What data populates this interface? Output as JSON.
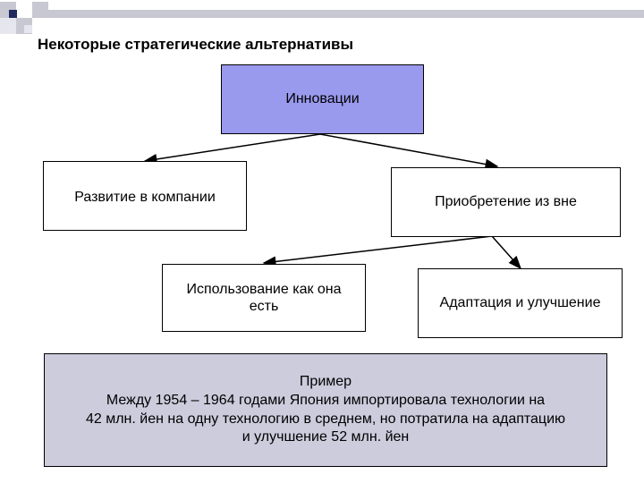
{
  "title": "Некоторые стратегические альтернативы",
  "boxes": {
    "innovations": "Инновации",
    "internal_development": "Развитие в компании",
    "external_acquisition": "Приобретение из вне",
    "use_as_is": "Использование как она есть",
    "adaptation": "Адаптация и улучшение"
  },
  "example": {
    "heading": "Пример",
    "line1": "Между 1954 – 1964 годами Япония импортировала технологии на",
    "line2": "42 млн. йен на одну технологию в среднем, но потратила на адаптацию",
    "line3": "и улучшение 52 млн. йен"
  },
  "colors": {
    "innovation_fill": "#9999ee",
    "example_fill": "#ccccdd",
    "decor_blue": "#1f2a5e",
    "decor_gray": "#c8c8d2"
  }
}
